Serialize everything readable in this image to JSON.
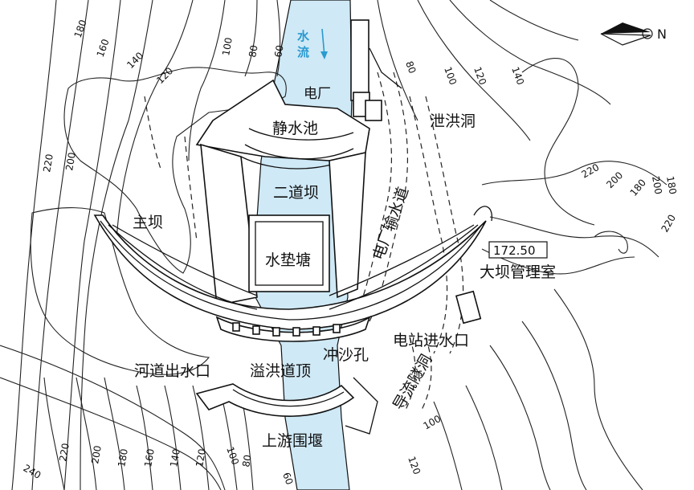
{
  "labels": {
    "water_flow": "水\n流",
    "power_house": "电厂",
    "stilling_basin": "静水池",
    "secondary_dam": "二道坝",
    "spillway_tunnel": "泄洪洞",
    "power_conduit": "电厂输水道",
    "main_dam": "主坝",
    "plunge_pool": "水垫塘",
    "elevation_box": "172.50",
    "dam_management_room": "大坝管理室",
    "powerhouse_intake": "电站进水口",
    "sand_flush_hole": "冲沙孔",
    "river_outlet": "河道出水口",
    "spillway_top": "溢洪道顶",
    "diversion_tunnel": "导流隧洞",
    "upstream_cofferdam": "上游围堰",
    "north": "N"
  },
  "contours": {
    "left_top": [
      "180",
      "160",
      "140",
      "120",
      "100",
      "80",
      "60"
    ],
    "left_side": [
      "220",
      "200"
    ],
    "bottom": [
      "240",
      "220",
      "200",
      "180",
      "160",
      "140",
      "120",
      "100",
      "80",
      "60"
    ],
    "right_top": [
      "80",
      "100",
      "120",
      "140"
    ],
    "right_side": [
      "220",
      "200",
      "180",
      "200",
      "180",
      "220"
    ],
    "right_bottom": [
      "100",
      "120"
    ]
  },
  "colors": {
    "river": "#cfe9f6",
    "river_label": "#2a9ad0",
    "ink": "#111111"
  }
}
